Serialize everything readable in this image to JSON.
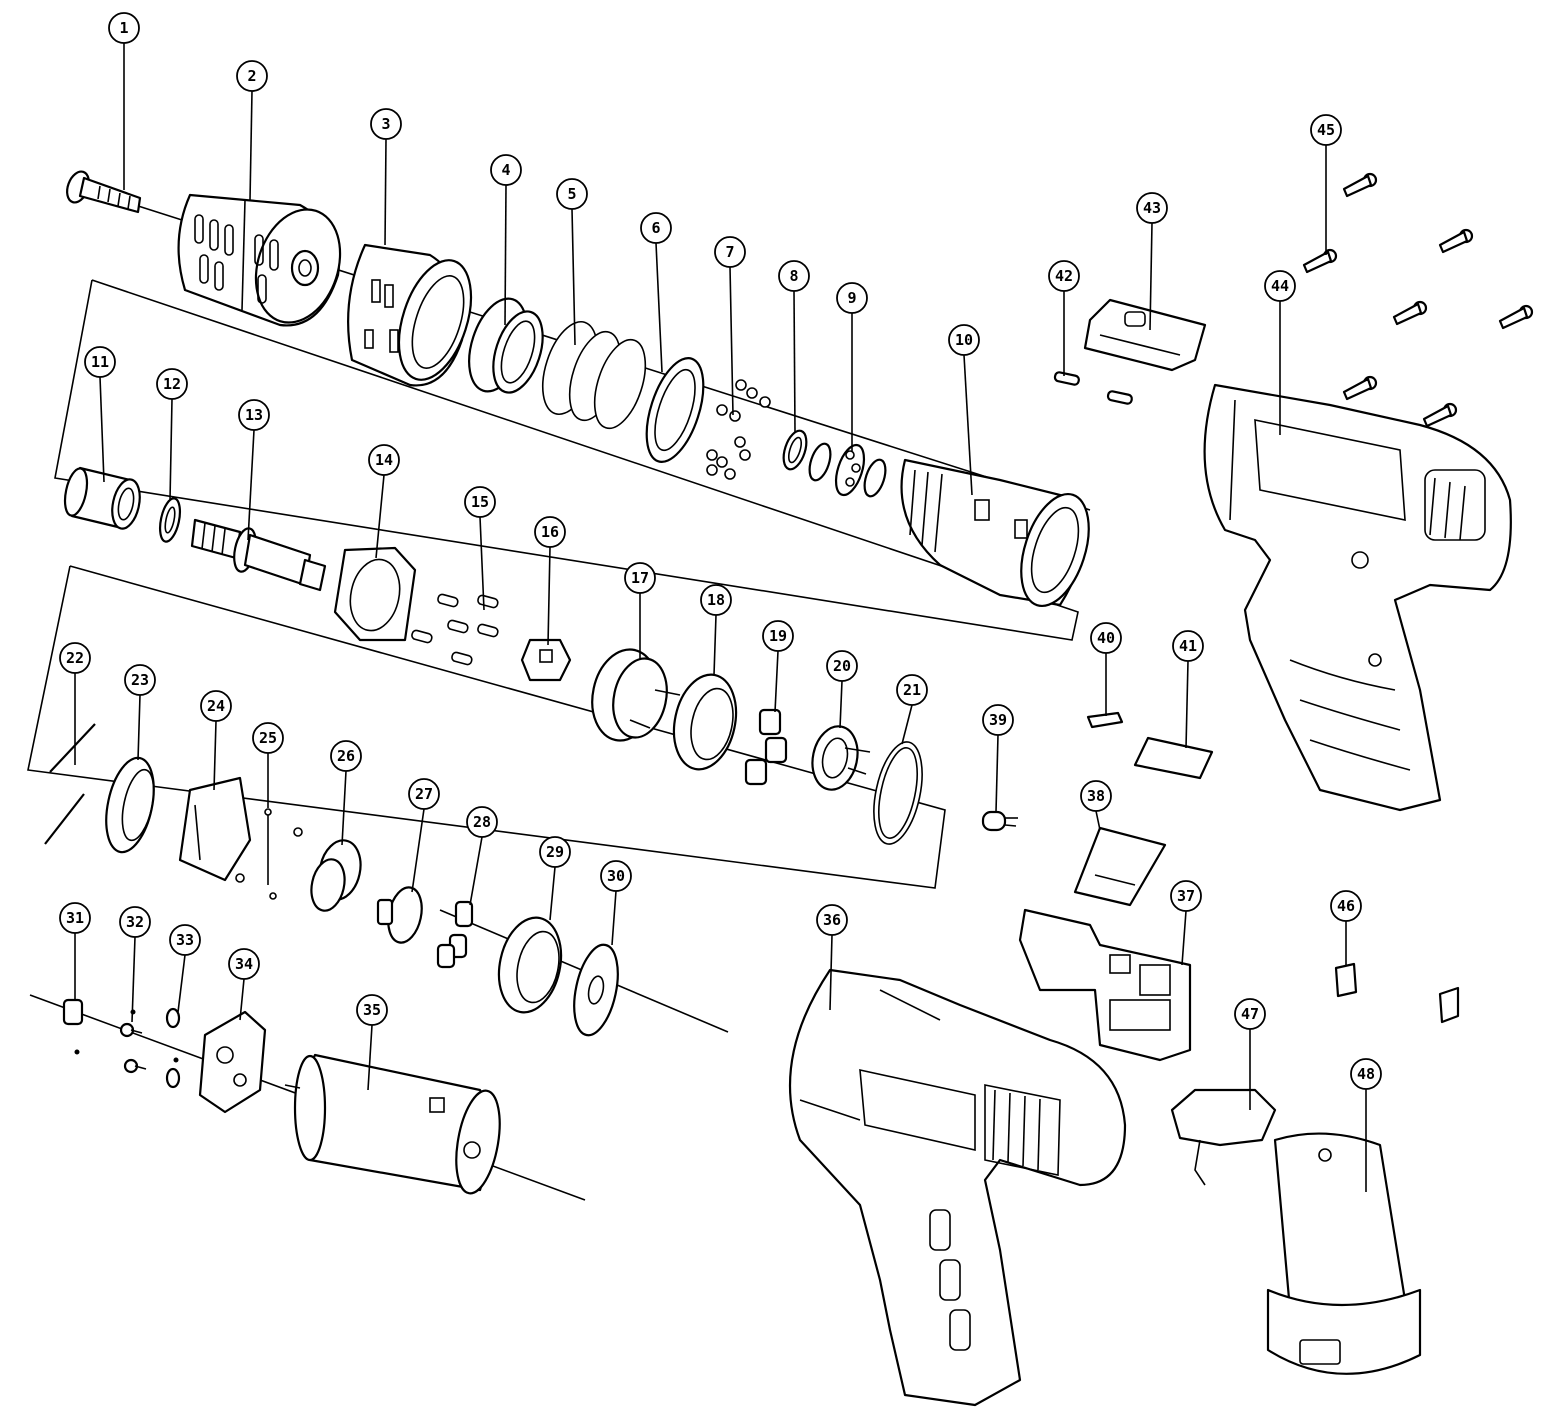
{
  "diagram": {
    "callouts": [
      "1",
      "2",
      "3",
      "4",
      "5",
      "6",
      "7",
      "8",
      "9",
      "10",
      "11",
      "12",
      "13",
      "14",
      "15",
      "16",
      "17",
      "18",
      "19",
      "20",
      "21",
      "22",
      "23",
      "24",
      "25",
      "26",
      "27",
      "28",
      "29",
      "30",
      "31",
      "32",
      "33",
      "34",
      "35",
      "36",
      "37",
      "38",
      "39",
      "40",
      "41",
      "42",
      "43",
      "44",
      "45",
      "46",
      "47",
      "48"
    ]
  },
  "colors": {
    "ink": "#000000",
    "paper": "#ffffff"
  }
}
